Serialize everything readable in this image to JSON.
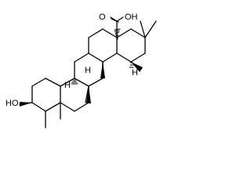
{
  "structure": {
    "labels": {
      "carboxyl_o": "O",
      "carboxyl_oh": "OH",
      "hydroxyl": "HO",
      "h_de": "H",
      "h_ab": "H",
      "h_bc": "H"
    }
  }
}
